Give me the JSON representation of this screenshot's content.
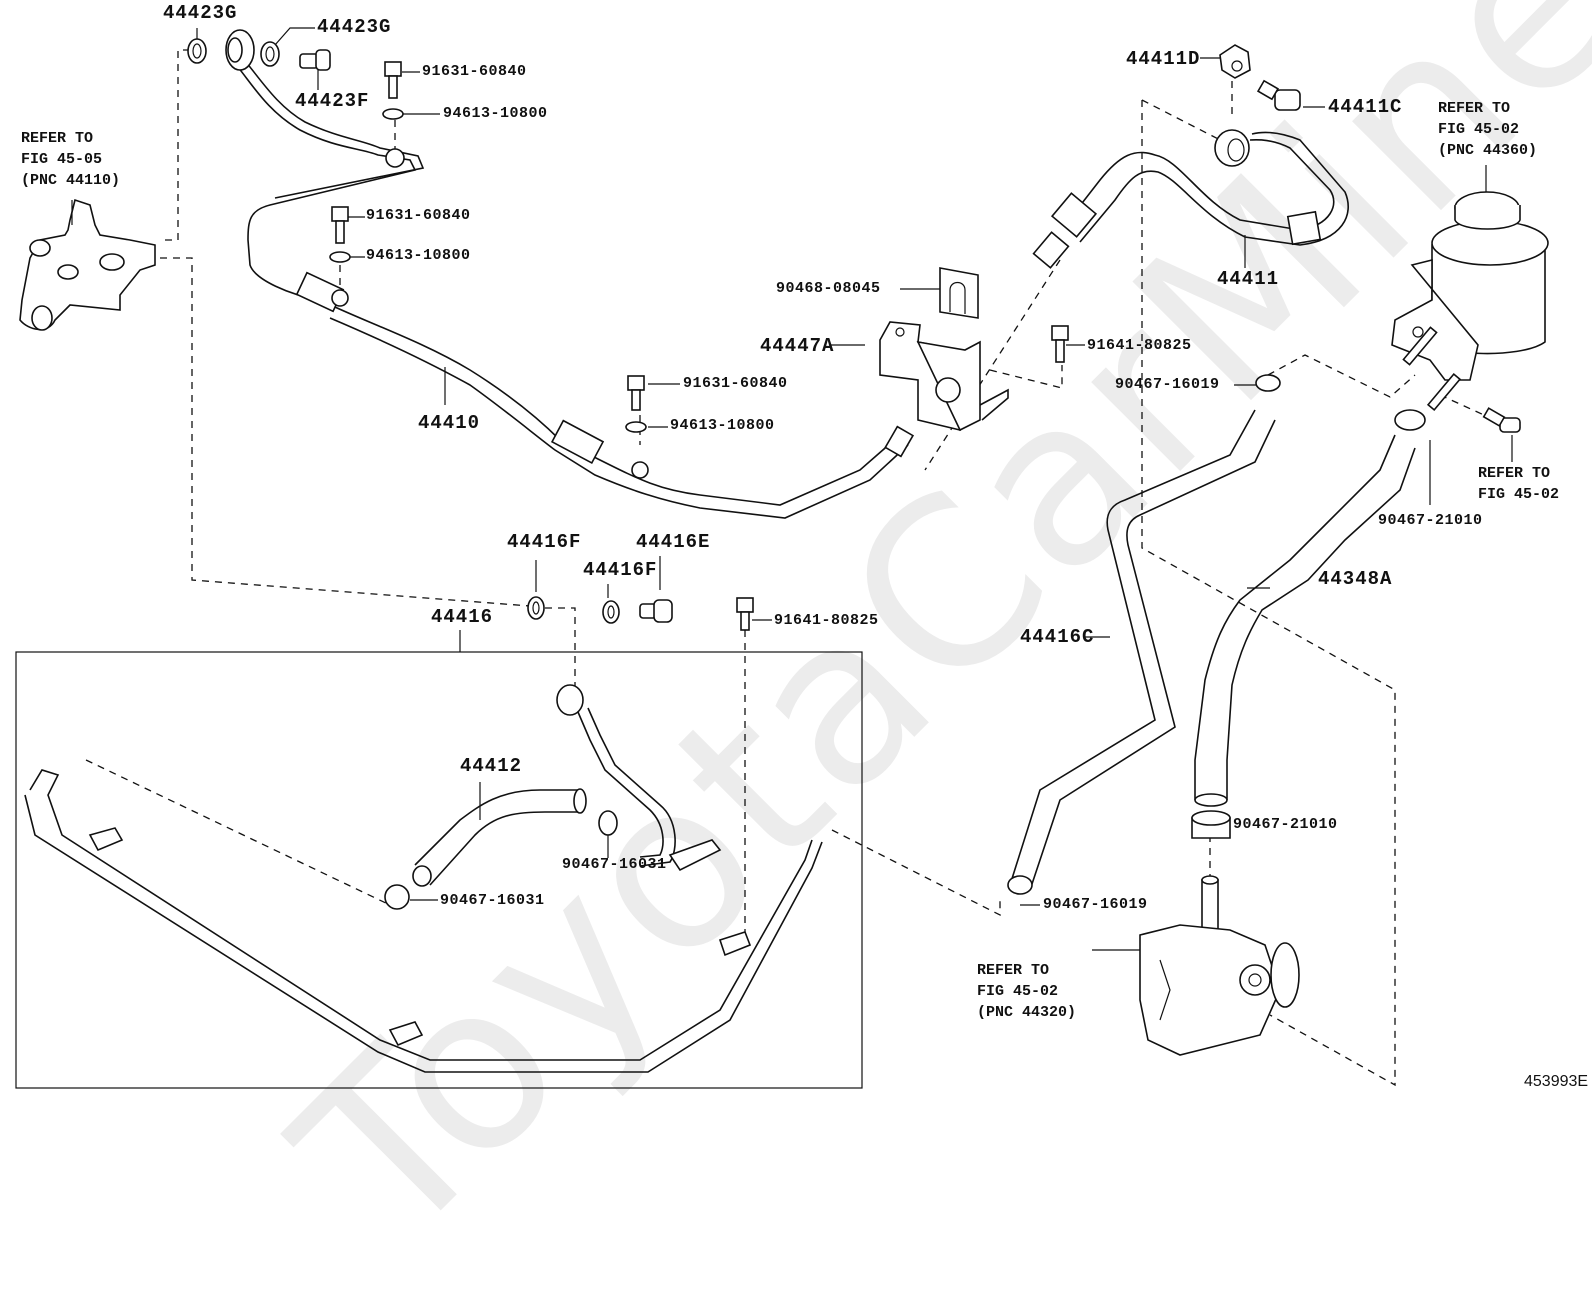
{
  "watermark": "ToyotaCarMine.ru",
  "figure_id": "453993E",
  "parts": {
    "p44423G_a": "44423G",
    "p44423G_b": "44423G",
    "p44423F": "44423F",
    "p91631_a": "91631-60840",
    "p94613_a": "94613-10800",
    "p91631_b": "91631-60840",
    "p94613_b": "94613-10800",
    "p44410": "44410",
    "p91631_c": "91631-60840",
    "p94613_c": "94613-10800",
    "p90468": "90468-08045",
    "p44447A": "44447A",
    "p91641_a": "91641-80825",
    "p44411D": "44411D",
    "p44411C": "44411C",
    "p44411": "44411",
    "p90467_16019_a": "90467-16019",
    "p90467_21010_a": "90467-21010",
    "p44348A": "44348A",
    "p44416C": "44416C",
    "p44416F_a": "44416F",
    "p44416F_b": "44416F",
    "p44416E": "44416E",
    "p91641_b": "91641-80825",
    "p44416": "44416",
    "p44412": "44412",
    "p90467_16031_a": "90467-16031",
    "p90467_16031_b": "90467-16031",
    "p90467_21010_b": "90467-21010",
    "p90467_16019_b": "90467-16019"
  },
  "references": {
    "gear_box": "REFER TO\nFIG 45-05\n(PNC 44110)",
    "reservoir": "REFER TO\nFIG 45-02\n(PNC 44360)",
    "reservoir_bolt": "REFER TO\nFIG 45-02",
    "pump": "REFER TO\nFIG 45-02\n(PNC 44320)"
  }
}
